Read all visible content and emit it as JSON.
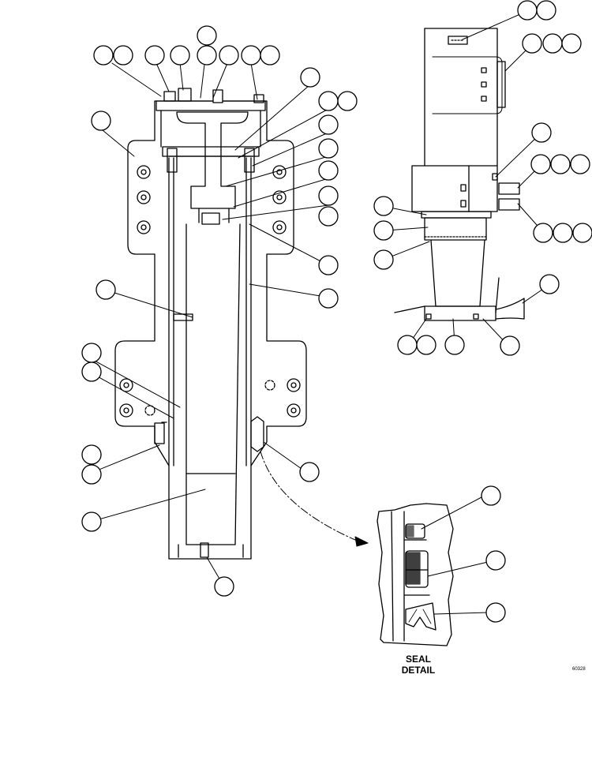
{
  "seal_detail": {
    "line1": "SEAL",
    "line2": "DETAIL"
  },
  "figure_id": "60328",
  "colors": {
    "line": "#000000",
    "background": "#ffffff"
  }
}
